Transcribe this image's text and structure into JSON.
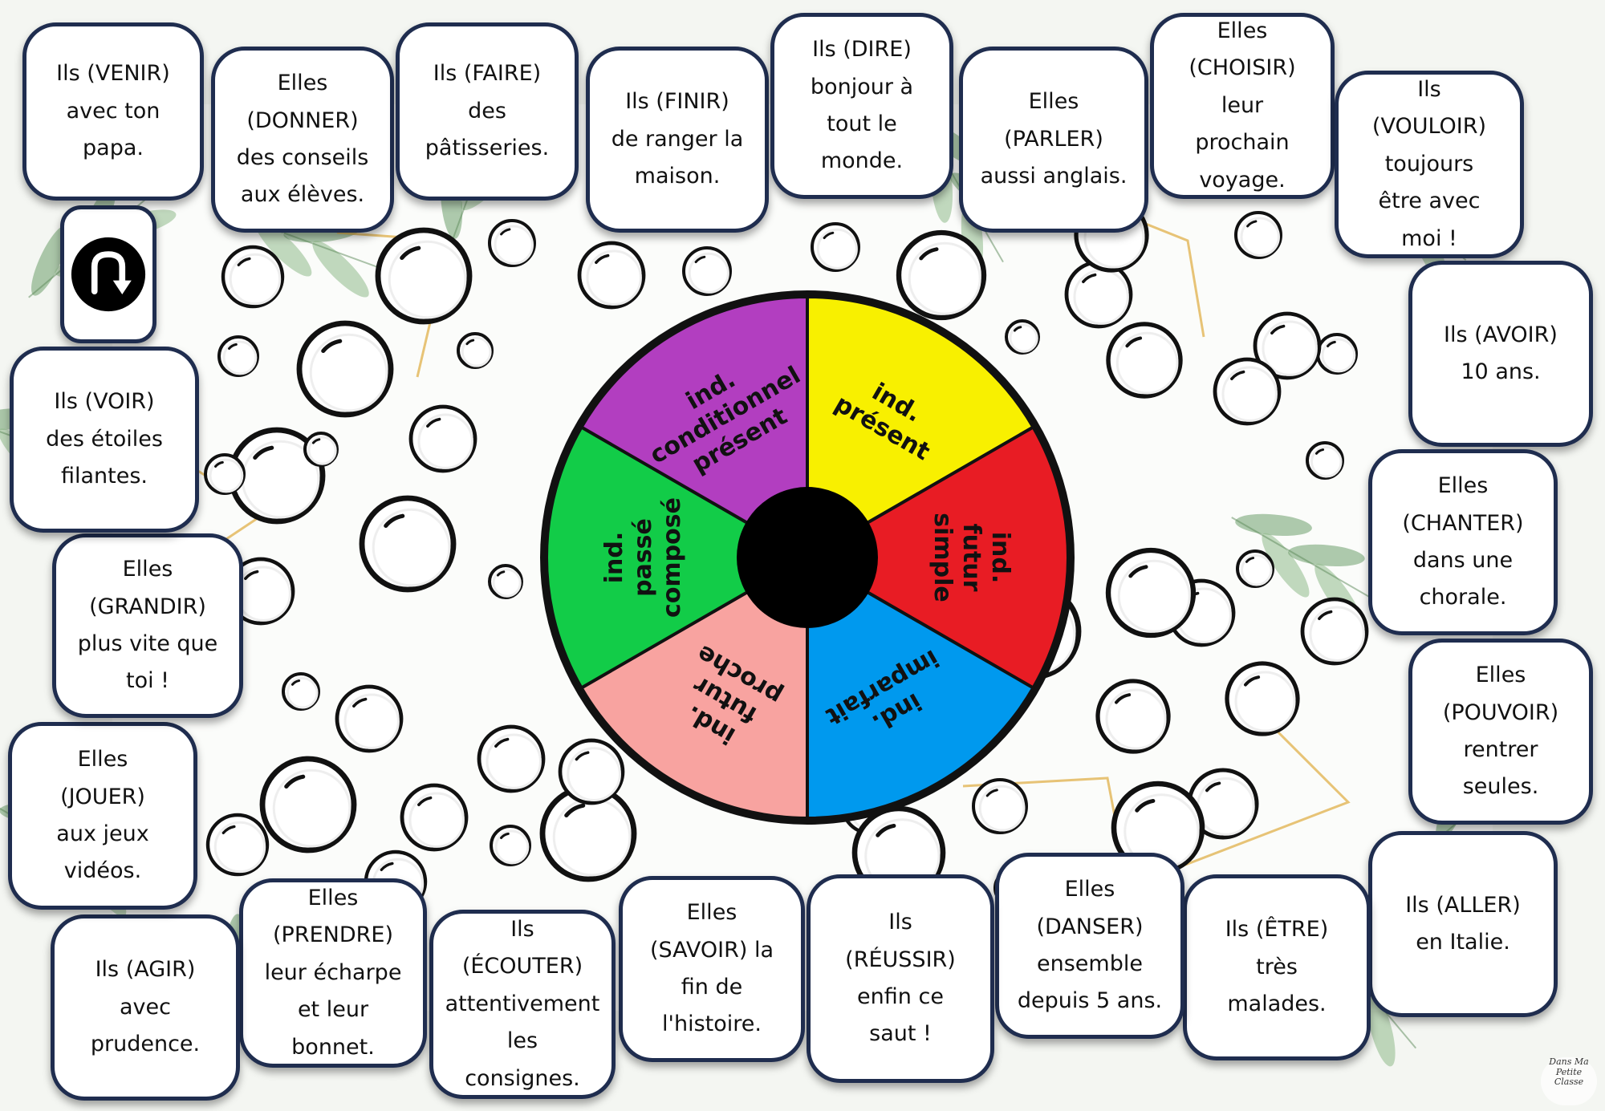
{
  "cards": [
    {
      "id": "venir",
      "text": "Ils (VENIR)\navec ton\npapa."
    },
    {
      "id": "donner",
      "text": "Elles\n(DONNER)\ndes conseils\naux élèves."
    },
    {
      "id": "faire",
      "text": "Ils (FAIRE)\ndes\npâtisseries."
    },
    {
      "id": "finir",
      "text": "Ils (FINIR)\nde ranger la\nmaison."
    },
    {
      "id": "dire",
      "text": "Ils (DIRE)\nbonjour à\ntout le\nmonde."
    },
    {
      "id": "parler",
      "text": "Elles\n(PARLER)\naussi anglais."
    },
    {
      "id": "choisir",
      "text": "Elles\n(CHOISIR)\nleur\nprochain\nvoyage."
    },
    {
      "id": "vouloir",
      "text": "Ils\n(VOULOIR)\ntoujours\nêtre avec\nmoi !"
    },
    {
      "id": "avoir",
      "text": "Ils (AVOIR)\n10 ans."
    },
    {
      "id": "chanter",
      "text": "Elles\n(CHANTER)\ndans une\nchorale."
    },
    {
      "id": "pouvoir",
      "text": "Elles\n(POUVOIR)\nrentrer\nseules."
    },
    {
      "id": "aller",
      "text": "Ils (ALLER)\nen Italie."
    },
    {
      "id": "etre",
      "text": "Ils (ÊTRE)\ntrès\nmalades."
    },
    {
      "id": "danser",
      "text": "Elles\n(DANSER)\nensemble\ndepuis 5 ans."
    },
    {
      "id": "reussir",
      "text": "Ils\n(RÉUSSIR)\nenfin ce\nsaut !"
    },
    {
      "id": "savoir",
      "text": "Elles\n(SAVOIR) la\nfin de\nl'histoire."
    },
    {
      "id": "ecouter",
      "text": "Ils\n(ÉCOUTER)\nattentivement\nles\nconsignes."
    },
    {
      "id": "prendre",
      "text": "Elles\n(PRENDRE)\nleur écharpe\net leur\nbonnet."
    },
    {
      "id": "agir",
      "text": "Ils (AGIR)\navec\nprudence."
    },
    {
      "id": "jouer",
      "text": "Elles\n(JOUER)\naux jeux\nvidéos."
    },
    {
      "id": "grandir",
      "text": "Elles\n(GRANDIR)\nplus vite que\ntoi !"
    },
    {
      "id": "voir",
      "text": "Ils (VOIR)\ndes étoiles\nfilantes."
    }
  ],
  "spinner": {
    "segments": [
      {
        "id": "present",
        "label": [
          "ind.",
          "présent"
        ],
        "color": "#f8f000"
      },
      {
        "id": "futur-simple",
        "label": [
          "ind.",
          "futur",
          "simple"
        ],
        "color": "#e81c24"
      },
      {
        "id": "imparfait",
        "label": [
          "ind.",
          "imparfait"
        ],
        "color": "#0099ee"
      },
      {
        "id": "futur-proche",
        "label": [
          "ind.",
          "futur",
          "proche"
        ],
        "color": "#f8a3a0"
      },
      {
        "id": "passe-compose",
        "label": [
          "ind.",
          "passé",
          "composé"
        ],
        "color": "#12cc48"
      },
      {
        "id": "conditionnel",
        "label": [
          "ind.",
          "conditionnel",
          "présent"
        ],
        "color": "#b23ec0"
      }
    ]
  },
  "icons": {
    "uturn": "u-turn-arrow-icon"
  },
  "logo": {
    "text": "Dans Ma Petite Classe"
  }
}
